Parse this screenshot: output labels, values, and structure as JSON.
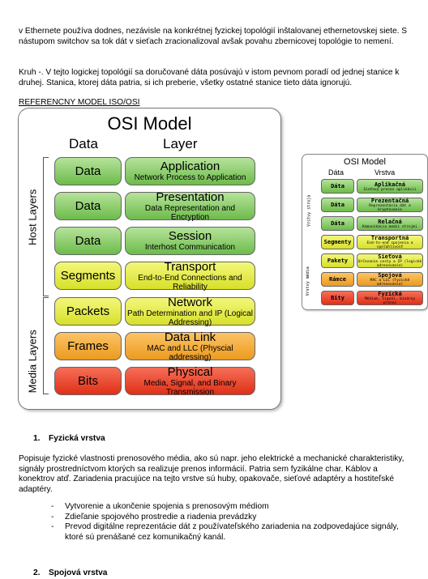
{
  "intro": {
    "p1": "v Ethernete používa dodnes, nezávisle na konkrétnej fyzickej topológií inštalovanej ethernetovskej siete. S nástupom switchov sa tok dát v sieťach zracionalizoval avšak povahu zbernicovej topológie to nemení.",
    "p2": "Kruh -. V tejto logickej topológií sa doručované dáta posúvajú v istom pevnom poradí od jednej stanice k druhej. Stanica, ktorej dáta patria, si ich preberie, všetky ostatné stanice tieto dáta ignorujú."
  },
  "ref_heading": "REFERENCNY MODEL ISO/OSI",
  "osi_big": {
    "title": "OSI Model",
    "col_data": "Data",
    "col_layer": "Layer",
    "side_host": "Host Layers",
    "side_media": "Media Layers",
    "rows": [
      {
        "data": "Data",
        "layer": "Application",
        "desc": "Network Process to Application",
        "color": "green"
      },
      {
        "data": "Data",
        "layer": "Presentation",
        "desc": "Data Representation and Encryption",
        "color": "green"
      },
      {
        "data": "Data",
        "layer": "Session",
        "desc": "Interhost Communication",
        "color": "green"
      },
      {
        "data": "Segments",
        "layer": "Transport",
        "desc": "End-to-End Connections and Reliability",
        "color": "yellow"
      },
      {
        "data": "Packets",
        "layer": "Network",
        "desc": "Path Determination and IP (Logical Addressing)",
        "color": "yellow"
      },
      {
        "data": "Frames",
        "layer": "Data Link",
        "desc": "MAC and LLC (Physcial addressing)",
        "color": "orange"
      },
      {
        "data": "Bits",
        "layer": "Physical",
        "desc": "Media, Signal, and Binary Transmission",
        "color": "red"
      }
    ]
  },
  "osi_small": {
    "title": "OSI Model",
    "col_data": "Dáta",
    "col_layer": "Vrstva",
    "side_host": "Vrstvy stroja",
    "side_media": "Vrstvy média",
    "rows": [
      {
        "data": "Dáta",
        "layer": "Aplikačná",
        "desc": "Sieťový proces aplikácií"
      },
      {
        "data": "Dáta",
        "layer": "Prezentačná",
        "desc": "Reprezentácia dát a kryptovanie"
      },
      {
        "data": "Dáta",
        "layer": "Relačná",
        "desc": "Komunikácia medzi strojmi"
      },
      {
        "data": "Segmenty",
        "layer": "Transportná",
        "desc": "End-to-end spojenia a spoľahlivosť"
      },
      {
        "data": "Pakety",
        "layer": "Sieťová",
        "desc": "Určovanie cesty a IP (logické adresovanie)"
      },
      {
        "data": "Rámce",
        "layer": "Spojová",
        "desc": "MAC a LLC (Fyzické adresovanie)"
      },
      {
        "data": "Bity",
        "layer": "Fyzická",
        "desc": "Médium, signál, binárny prenos"
      }
    ]
  },
  "section1": {
    "number": "1.",
    "title": "Fyzická vrstva",
    "body": "Popisuje fyzické vlastnosti prenosového média, ako sú napr. jeho elektrické a mechanické charakteristiky, signály prostredníctvom ktorých sa realizuje prenos informácií. Patria sem fyzikálne char. Káblov a konektrov atď. Zariadenia  pracujúce na tejto vrstve sú huby, opakovače, sieťové adaptéry a hostiteľské adaptéry.",
    "items": [
      "Vytvorenie a ukončenie spojenia s prenosovým médiom",
      "Zdieľanie spojového prostredie a riadenia prevádzky",
      "Prevod digitálne reprezentácie dát z používateľského zariadenia na zodpovedajúce signály, ktoré sú prenášané cez komunikačný kanál."
    ]
  },
  "section2": {
    "number": "2.",
    "title": "Spojová vrstva"
  }
}
